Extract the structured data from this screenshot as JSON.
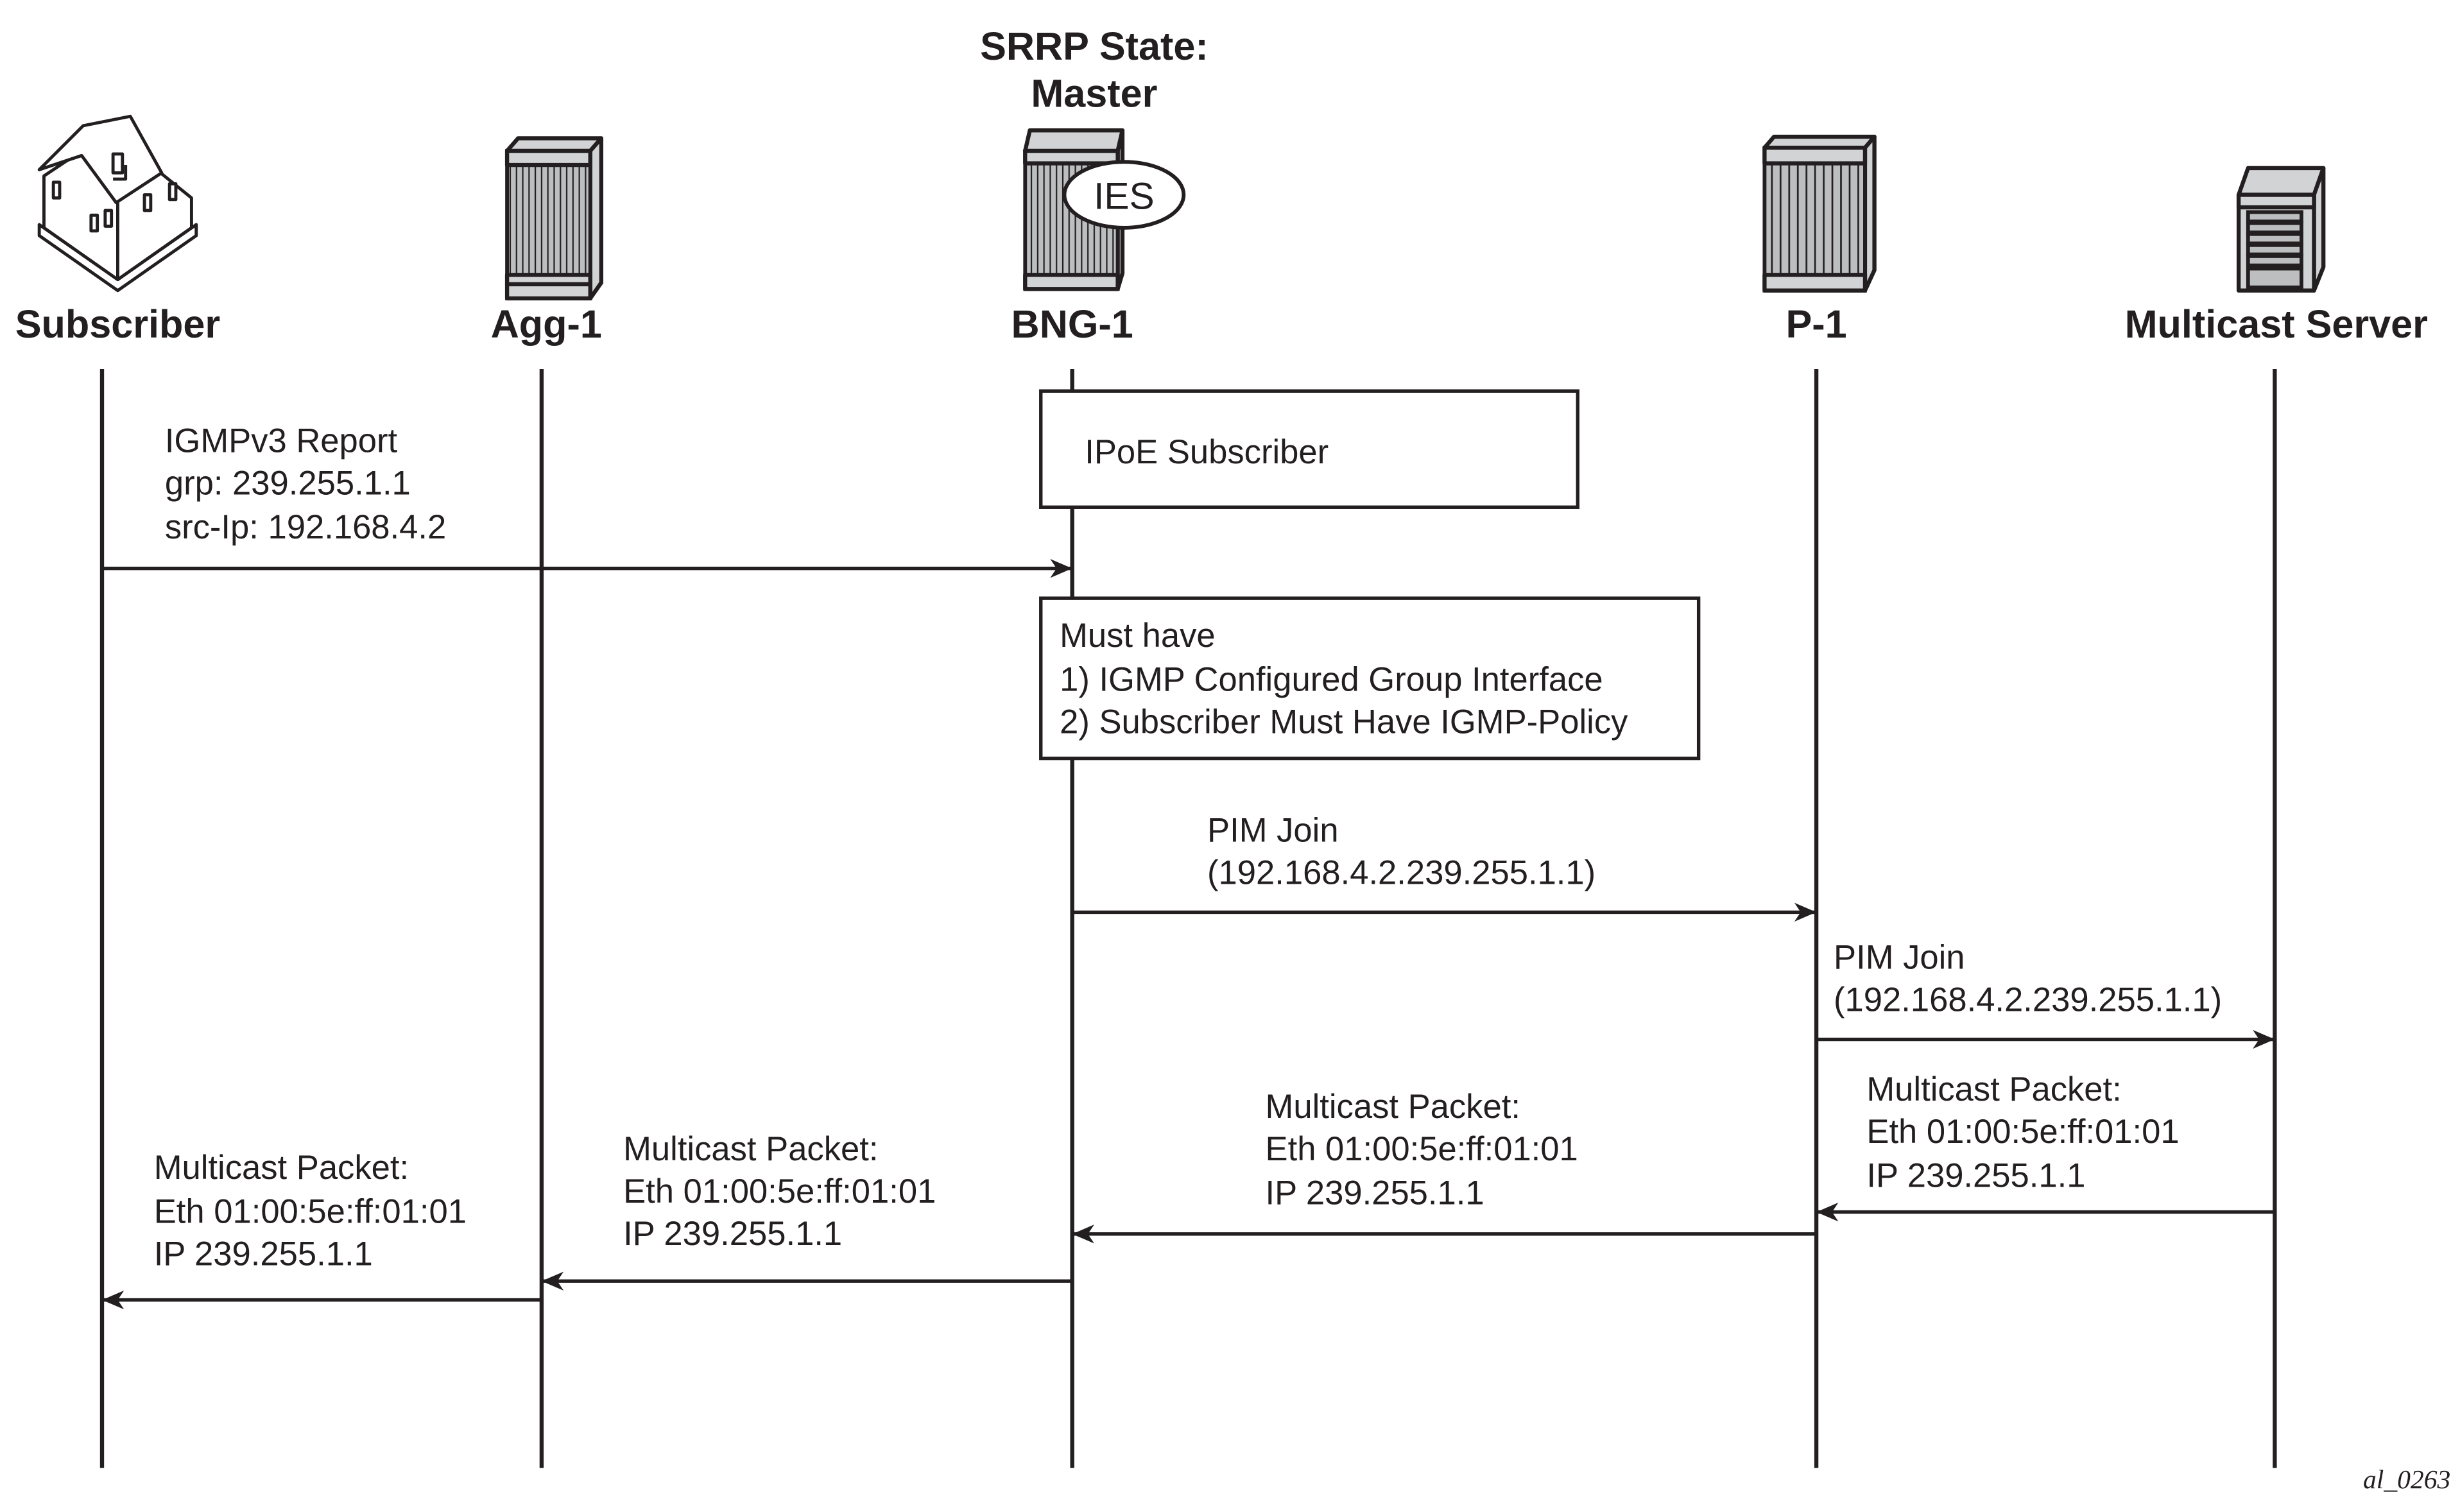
{
  "header": {
    "srrp_state_line1": "SRRP State:",
    "srrp_state_line2": "Master"
  },
  "participants": [
    {
      "id": "subscriber",
      "label": "Subscriber",
      "icon": "house-icon"
    },
    {
      "id": "agg-1",
      "label": "Agg-1",
      "icon": "router-chassis-icon"
    },
    {
      "id": "bng-1",
      "label": "BNG-1",
      "icon": "router-chassis-icon",
      "badge": "IES"
    },
    {
      "id": "p-1",
      "label": "P-1",
      "icon": "router-chassis-icon"
    },
    {
      "id": "multicast-server",
      "label": "Multicast Server",
      "icon": "server-icon"
    }
  ],
  "notes": {
    "ipoe": "IPoE Subscriber",
    "must_have": [
      "Must have",
      "1) IGMP Configured Group Interface",
      "2) Subscriber Must Have IGMP-Policy"
    ]
  },
  "messages": [
    {
      "from": "subscriber",
      "to": "bng-1",
      "lines": [
        "IGMPv3 Report",
        "grp: 239.255.1.1",
        "src-Ip: 192.168.4.2"
      ]
    },
    {
      "from": "bng-1",
      "to": "p-1",
      "lines": [
        "PIM Join",
        "(192.168.4.2.239.255.1.1)"
      ]
    },
    {
      "from": "p-1",
      "to": "multicast-server",
      "lines": [
        "PIM Join",
        "(192.168.4.2.239.255.1.1)"
      ]
    },
    {
      "from": "multicast-server",
      "to": "p-1",
      "lines": [
        "Multicast Packet:",
        "Eth 01:00:5e:ff:01:01",
        "IP 239.255.1.1"
      ]
    },
    {
      "from": "p-1",
      "to": "bng-1",
      "lines": [
        "Multicast Packet:",
        "Eth 01:00:5e:ff:01:01",
        "IP 239.255.1.1"
      ]
    },
    {
      "from": "bng-1",
      "to": "agg-1",
      "lines": [
        "Multicast Packet:",
        "Eth 01:00:5e:ff:01:01",
        "IP 239.255.1.1"
      ]
    },
    {
      "from": "agg-1",
      "to": "subscriber",
      "lines": [
        "Multicast Packet:",
        "Eth 01:00:5e:ff:01:01",
        "IP 239.255.1.1"
      ]
    }
  ],
  "figure_id": "al_0263"
}
